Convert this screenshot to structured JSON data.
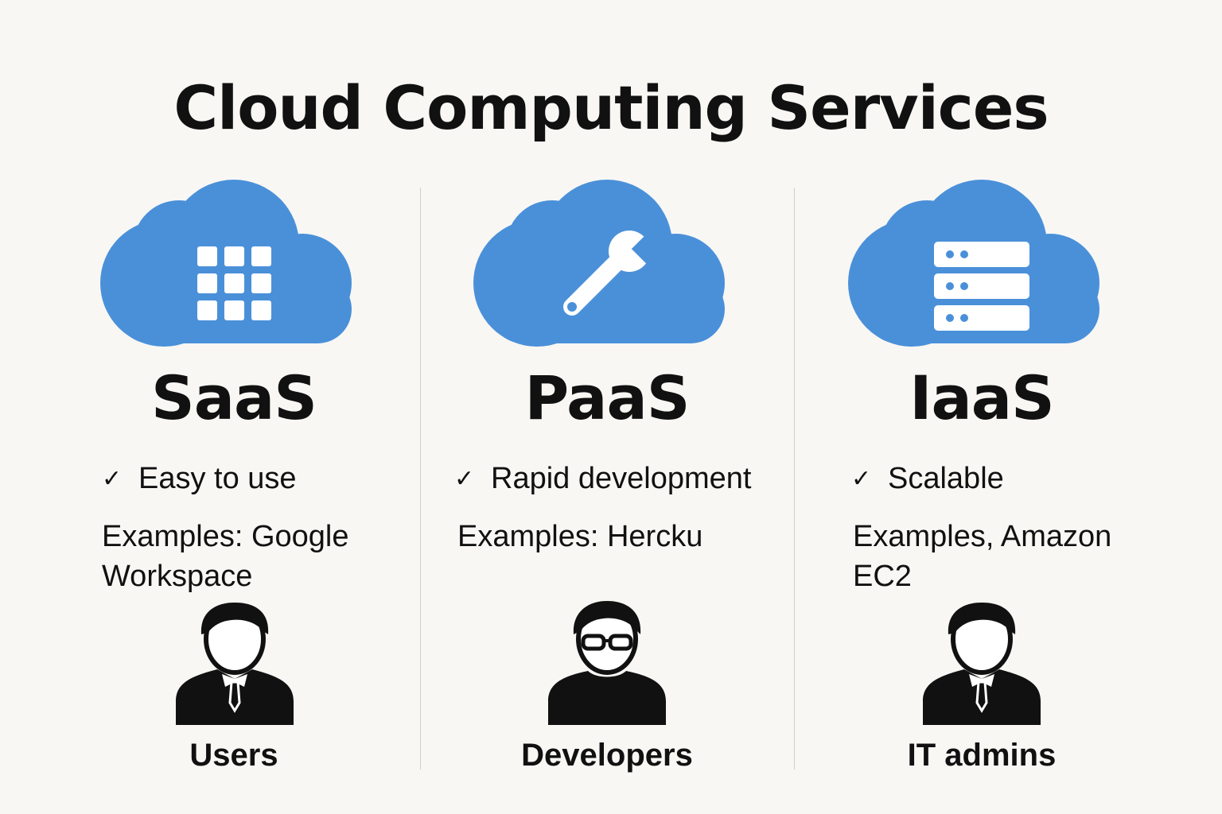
{
  "title": "Cloud Computing Services",
  "accent_color": "#4a90d9",
  "columns": [
    {
      "name": "SaaS",
      "icon": "app-grid-icon",
      "benefit": "Easy to use",
      "examples": "Examples: Google Workspace",
      "audience": "Users",
      "audience_icon": "businessman-icon"
    },
    {
      "name": "PaaS",
      "icon": "wrench-icon",
      "benefit": "Rapid development",
      "examples": "Examples: Hercku",
      "audience": "Developers",
      "audience_icon": "developer-with-glasses-icon"
    },
    {
      "name": "IaaS",
      "icon": "server-rack-icon",
      "benefit": "Scalable",
      "examples": "Examples, Amazon EC2",
      "audience": "IT admins",
      "audience_icon": "businessman-icon"
    }
  ]
}
